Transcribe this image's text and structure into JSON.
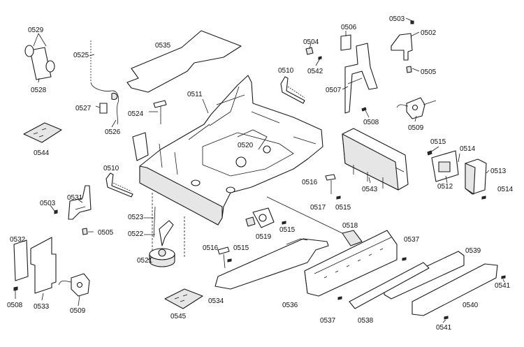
{
  "labels": [
    {
      "id": "p0529",
      "text": "0529"
    },
    {
      "id": "p0528",
      "text": "0528"
    },
    {
      "id": "p0525",
      "text": "0525"
    },
    {
      "id": "p0535",
      "text": "0535"
    },
    {
      "id": "p0504",
      "text": "0504"
    },
    {
      "id": "p0542",
      "text": "0542"
    },
    {
      "id": "p0506",
      "text": "0506"
    },
    {
      "id": "p0503a",
      "text": "0503"
    },
    {
      "id": "p0502",
      "text": "0502"
    },
    {
      "id": "p0505a",
      "text": "0505"
    },
    {
      "id": "p0510a",
      "text": "0510"
    },
    {
      "id": "p0511",
      "text": "0511"
    },
    {
      "id": "p0507",
      "text": "0507"
    },
    {
      "id": "p0527",
      "text": "0527"
    },
    {
      "id": "p0526",
      "text": "0526"
    },
    {
      "id": "p0524",
      "text": "0524"
    },
    {
      "id": "p0508a",
      "text": "0508"
    },
    {
      "id": "p0509a",
      "text": "0509"
    },
    {
      "id": "p0544",
      "text": "0544"
    },
    {
      "id": "p0520",
      "text": "0520"
    },
    {
      "id": "p0515a",
      "text": "0515"
    },
    {
      "id": "p0514a",
      "text": "0514"
    },
    {
      "id": "p0513",
      "text": "0513"
    },
    {
      "id": "p0512",
      "text": "0512"
    },
    {
      "id": "p0514b",
      "text": "0514"
    },
    {
      "id": "p0510b",
      "text": "0510"
    },
    {
      "id": "p0543",
      "text": "0543"
    },
    {
      "id": "p0516a",
      "text": "0516"
    },
    {
      "id": "p0515b",
      "text": "0515"
    },
    {
      "id": "p0517",
      "text": "0517"
    },
    {
      "id": "p0503b",
      "text": "0503"
    },
    {
      "id": "p0531",
      "text": "0531"
    },
    {
      "id": "p0523",
      "text": "0523"
    },
    {
      "id": "p0505b",
      "text": "0505"
    },
    {
      "id": "p0522",
      "text": "0522"
    },
    {
      "id": "p0519",
      "text": "0519"
    },
    {
      "id": "p0515c",
      "text": "0515"
    },
    {
      "id": "p0518",
      "text": "0518"
    },
    {
      "id": "p0532",
      "text": "0532"
    },
    {
      "id": "p0537a",
      "text": "0537"
    },
    {
      "id": "p0539",
      "text": "0539"
    },
    {
      "id": "p0521",
      "text": "0521"
    },
    {
      "id": "p0516b",
      "text": "0516"
    },
    {
      "id": "p0515d",
      "text": "0515"
    },
    {
      "id": "p0541a",
      "text": "0541"
    },
    {
      "id": "p0508b",
      "text": "0508"
    },
    {
      "id": "p0533",
      "text": "0533"
    },
    {
      "id": "p0509b",
      "text": "0509"
    },
    {
      "id": "p0534",
      "text": "0534"
    },
    {
      "id": "p0536",
      "text": "0536"
    },
    {
      "id": "p0540",
      "text": "0540"
    },
    {
      "id": "p0545",
      "text": "0545"
    },
    {
      "id": "p0537b",
      "text": "0537"
    },
    {
      "id": "p0538",
      "text": "0538"
    },
    {
      "id": "p0541b",
      "text": "0541"
    }
  ]
}
